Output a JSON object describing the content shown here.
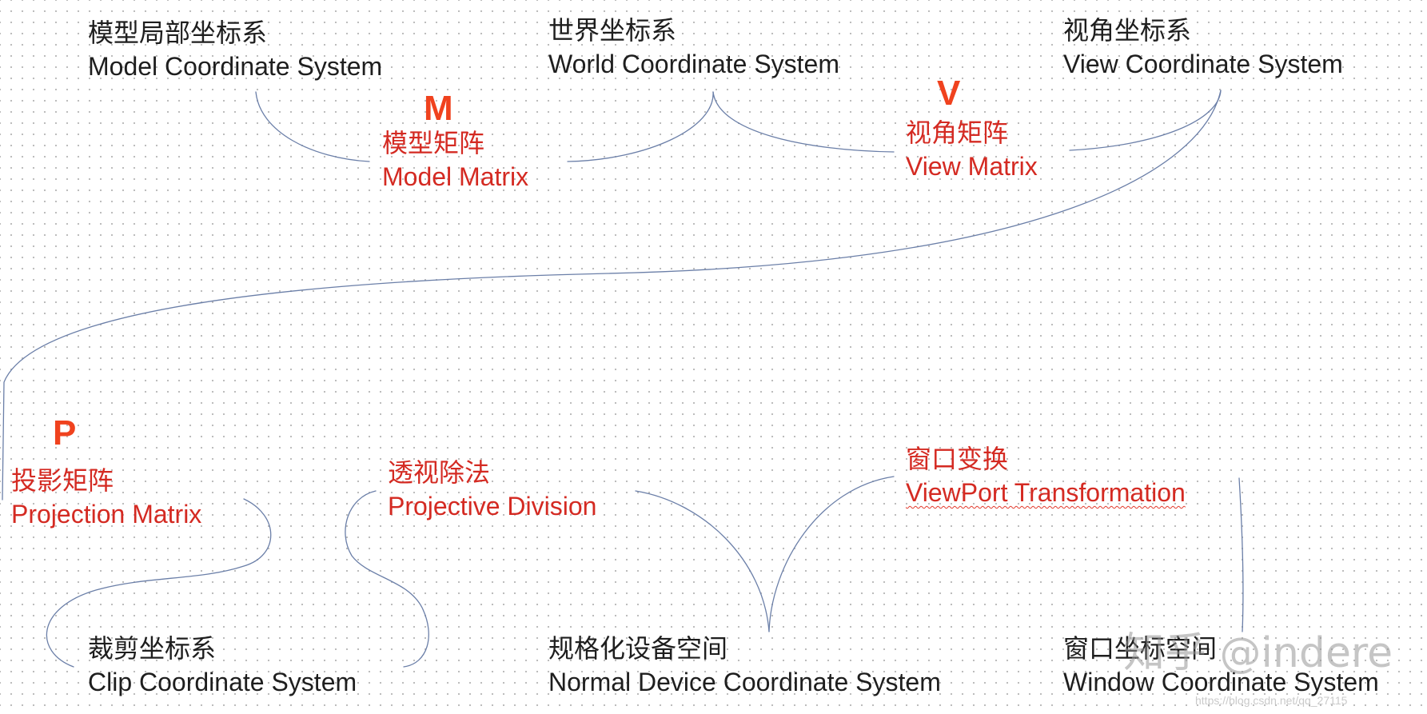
{
  "nodes": {
    "model": {
      "zh": "模型局部坐标系",
      "en": "Model Coordinate System"
    },
    "world": {
      "zh": "世界坐标系",
      "en": "World Coordinate System"
    },
    "view": {
      "zh": "视角坐标系",
      "en": "View Coordinate System"
    },
    "clip": {
      "zh": "裁剪坐标系",
      "en": "Clip Coordinate System"
    },
    "ndc": {
      "zh": "规格化设备空间",
      "en": "Normal Device Coordinate System"
    },
    "window": {
      "zh": "窗口坐标空间",
      "en": "Window Coordinate System"
    }
  },
  "transforms": {
    "model_matrix": {
      "letter": "M",
      "zh": "模型矩阵",
      "en": "Model Matrix"
    },
    "view_matrix": {
      "letter": "V",
      "zh": "视角矩阵",
      "en": "View Matrix"
    },
    "projection_matrix": {
      "letter": "P",
      "zh": "投影矩阵",
      "en": "Projection Matrix"
    },
    "projective_division": {
      "zh": "透视除法",
      "en": "Projective Division"
    },
    "viewport_transformation": {
      "zh": "窗口变换",
      "en": "ViewPort Transformation"
    }
  },
  "watermark": {
    "text": "知乎 @indere",
    "url": "https://blog.csdn.net/qq_27115"
  },
  "colors": {
    "node_text": "#1e1e1e",
    "label_text": "#d42a22",
    "letter": "#f0421e",
    "connector": "#6b7fa8"
  }
}
